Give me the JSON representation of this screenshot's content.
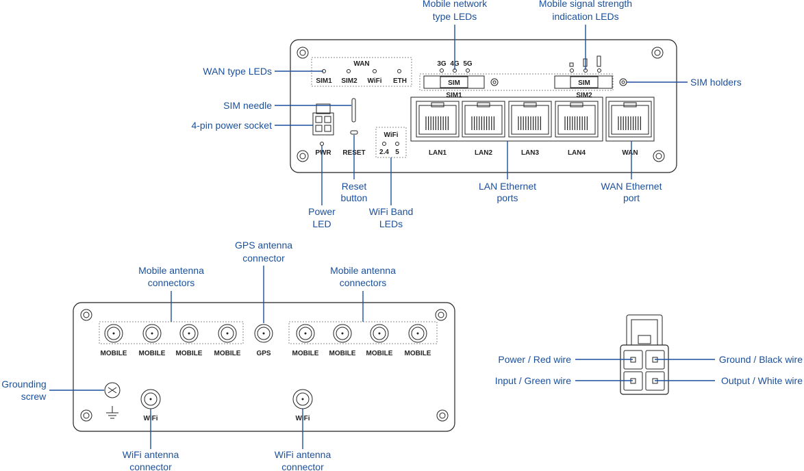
{
  "callouts": {
    "mobile_network_leds": [
      "Mobile network",
      "type LEDs"
    ],
    "mobile_signal_leds": [
      "Mobile signal strength",
      "indication LEDs"
    ],
    "wan_type_leds": "WAN type LEDs",
    "sim_needle": "SIM needle",
    "power_socket": "4-pin power socket",
    "sim_holders": "SIM holders",
    "reset_button": [
      "Reset",
      "button"
    ],
    "power_led": [
      "Power",
      "LED"
    ],
    "wifi_band_leds": [
      "WiFi Band",
      "LEDs"
    ],
    "lan_ports": [
      "LAN Ethernet",
      "ports"
    ],
    "wan_port": [
      "WAN Ethernet",
      "port"
    ],
    "gps_connector": [
      "GPS antenna",
      "connector"
    ],
    "mobile_antennas_left": [
      "Mobile antenna",
      "connectors"
    ],
    "mobile_antennas_right": [
      "Mobile antenna",
      "connectors"
    ],
    "grounding_screw": [
      "Grounding",
      "screw"
    ],
    "wifi_connector_1": [
      "WiFi antenna",
      "connector"
    ],
    "wifi_connector_2": [
      "WiFi antenna",
      "connector"
    ],
    "power_red": "Power / Red wire",
    "input_green": "Input / Green wire",
    "ground_black": "Ground / Black wire",
    "output_white": "Output / White wire"
  },
  "front_panel": {
    "wan_title": "WAN",
    "wan_leds": [
      "SIM1",
      "SIM2",
      "WiFi",
      "ETH"
    ],
    "network_types": [
      "3G",
      "4G",
      "5G"
    ],
    "sim_label": "SIM",
    "sim1": "SIM1",
    "sim2": "SIM2",
    "pwr": "PWR",
    "reset": "RESET",
    "wifi_title": "WiFi",
    "wifi_bands": [
      "2.4",
      "5"
    ],
    "lan_ports": [
      "LAN1",
      "LAN2",
      "LAN3",
      "LAN4"
    ],
    "wan_port": "WAN"
  },
  "rear_panel": {
    "connectors": [
      "MOBILE",
      "MOBILE",
      "MOBILE",
      "MOBILE",
      "GPS",
      "MOBILE",
      "MOBILE",
      "MOBILE",
      "MOBILE"
    ],
    "wifi": [
      "WiFi",
      "WiFi"
    ]
  },
  "colors": {
    "callout": "#1a4f9c",
    "outline": "#222222"
  }
}
